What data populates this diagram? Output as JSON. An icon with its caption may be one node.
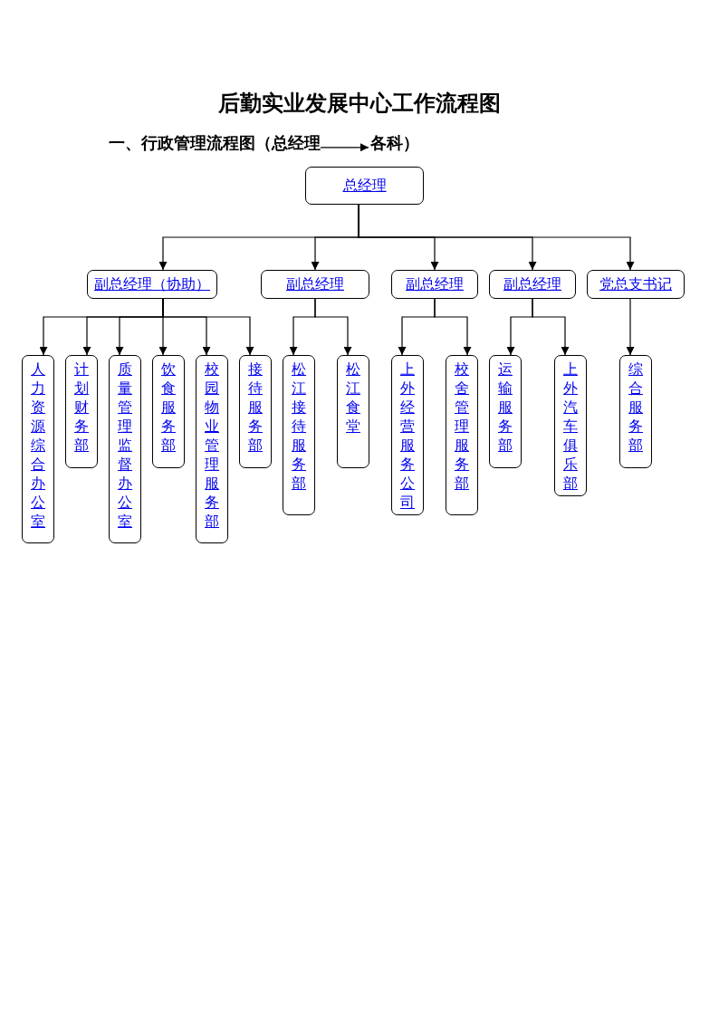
{
  "diagram": {
    "title": "后勤实业发展中心工作流程图",
    "nodes": [
      {
        "text": [
          "一、行政管理流程图（总经理"
        ]
      },
      {
        "text": [
          "各科）"
        ]
      },
      {
        "text": [
          "总经理"
        ]
      },
      {
        "text": [
          "副总经理（协助）"
        ]
      },
      {
        "text": [
          "副总经理"
        ]
      },
      {
        "text": [
          "副总经理"
        ]
      },
      {
        "text": [
          "副总经理"
        ]
      },
      {
        "text": [
          "党总支书记"
        ]
      },
      {
        "text": [
          "人力资源综合办公室"
        ]
      },
      {
        "text": [
          "计划财务部"
        ]
      },
      {
        "text": [
          "质量管理监督办公室"
        ]
      },
      {
        "text": [
          "饮食服务部"
        ]
      },
      {
        "text": [
          "校园物业管理服务部"
        ]
      },
      {
        "text": [
          "接待服务部"
        ]
      },
      {
        "text": [
          "松江接待服务部"
        ]
      },
      {
        "text": [
          "松江食堂"
        ]
      },
      {
        "text": [
          "上外经营服务公司"
        ]
      },
      {
        "text": [
          "校舍管理服务部"
        ]
      },
      {
        "text": [
          "运输服务部"
        ]
      },
      {
        "text": [
          "上外汽车俱乐部"
        ]
      },
      {
        "text": [
          "综合服务部"
        ]
      }
    ],
    "edges": [
      {
        "from": 0,
        "to": 1,
        "arrow": "to"
      },
      {
        "from": 2,
        "to": 3,
        "arrow": "to"
      },
      {
        "from": 2,
        "to": 4,
        "arrow": "to"
      },
      {
        "from": 2,
        "to": 5,
        "arrow": "to"
      },
      {
        "from": 2,
        "to": 6,
        "arrow": "to"
      },
      {
        "from": 2,
        "to": 7,
        "arrow": "to"
      },
      {
        "from": 3,
        "to": 8,
        "arrow": "to"
      },
      {
        "from": 3,
        "to": 9,
        "arrow": "to"
      },
      {
        "from": 3,
        "to": 10,
        "arrow": "to"
      },
      {
        "from": 3,
        "to": 11,
        "arrow": "to"
      },
      {
        "from": 3,
        "to": 12,
        "arrow": "to"
      },
      {
        "from": 3,
        "to": 13,
        "arrow": "to"
      },
      {
        "from": 4,
        "to": 14,
        "arrow": "to"
      },
      {
        "from": 4,
        "to": 15,
        "arrow": "to"
      },
      {
        "from": 5,
        "to": 16,
        "arrow": "to"
      },
      {
        "from": 5,
        "to": 17,
        "arrow": "to"
      },
      {
        "from": 6,
        "to": 18,
        "arrow": "to"
      },
      {
        "from": 6,
        "to": 19,
        "arrow": "to"
      },
      {
        "from": 7,
        "to": 20,
        "arrow": "to"
      }
    ]
  }
}
